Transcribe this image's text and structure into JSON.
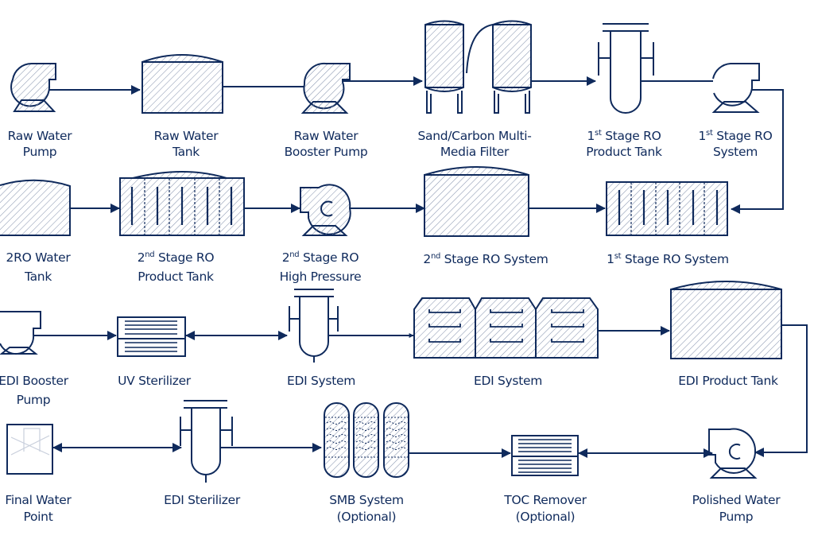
{
  "diagram": {
    "title": "Water Treatment Process Flow",
    "line_color": "#0f2a5c",
    "hatch_color": "#8a97b0",
    "background": "#ffffff",
    "nodes": [
      {
        "id": "raw-water-pump",
        "type": "pump",
        "label_lines": [
          {
            "main": "Raw Water"
          },
          {
            "main": "Pump"
          }
        ]
      },
      {
        "id": "raw-water-tank",
        "type": "tank",
        "label_lines": [
          {
            "main": "Raw Water"
          },
          {
            "main": "Tank"
          }
        ]
      },
      {
        "id": "raw-water-booster-pump",
        "type": "pump",
        "label_lines": [
          {
            "main": "Raw Water"
          },
          {
            "main": "Booster Pump"
          }
        ]
      },
      {
        "id": "sand-carbon-filter",
        "type": "twin-vessel-filter",
        "label_lines": [
          {
            "main": "Sand/Carbon Multi-"
          },
          {
            "main": "Media Filter"
          }
        ]
      },
      {
        "id": "first-stage-ro-product-tank-top",
        "type": "cartridge-filter",
        "label_lines": [
          {
            "pre": "1",
            "sup": "st",
            "main": " Stage RO"
          },
          {
            "main": "Product Tank"
          }
        ]
      },
      {
        "id": "first-stage-ro-system-pump",
        "type": "pump",
        "label_lines": [
          {
            "pre": "1",
            "sup": "st",
            "main": " Stage RO"
          },
          {
            "main": "System"
          }
        ]
      },
      {
        "id": "first-stage-ro-system",
        "type": "ro-rack",
        "label_lines": [
          {
            "pre": "1",
            "sup": "st",
            "main": " Stage RO System"
          }
        ]
      },
      {
        "id": "second-stage-ro-system",
        "type": "tank",
        "label_lines": [
          {
            "pre": "2",
            "sup": "nd",
            "main": " Stage RO System"
          }
        ]
      },
      {
        "id": "second-stage-ro-high-pressure",
        "type": "pump-c",
        "label_lines": [
          {
            "pre": "2",
            "sup": "nd",
            "main": " Stage RO"
          },
          {
            "main": "High Pressure"
          }
        ]
      },
      {
        "id": "second-stage-ro-product-tank",
        "type": "ro-rack-tank",
        "label_lines": [
          {
            "pre": "2",
            "sup": "nd",
            "main": " Stage RO"
          },
          {
            "main": "Product Tank"
          }
        ]
      },
      {
        "id": "2ro-water-tank",
        "type": "tank",
        "label_lines": [
          {
            "main": "2RO Water"
          },
          {
            "main": "Tank"
          }
        ]
      },
      {
        "id": "edi-booster-pump",
        "type": "pump",
        "label_lines": [
          {
            "main": "EDI Booster"
          },
          {
            "main": "Pump"
          }
        ]
      },
      {
        "id": "uv-sterilizer",
        "type": "uv-unit",
        "label_lines": [
          {
            "main": "UV Sterilizer"
          }
        ]
      },
      {
        "id": "edi-system-filter",
        "type": "cartridge-filter",
        "label_lines": [
          {
            "main": "EDI System"
          }
        ]
      },
      {
        "id": "edi-system-stack",
        "type": "edi-stack",
        "label_lines": [
          {
            "main": "EDI System"
          }
        ]
      },
      {
        "id": "edi-product-tank",
        "type": "tank",
        "label_lines": [
          {
            "main": "EDI Product Tank"
          }
        ]
      },
      {
        "id": "polished-water-pump",
        "type": "pump-c",
        "label_lines": [
          {
            "main": "Polished Water"
          },
          {
            "main": "Pump"
          }
        ]
      },
      {
        "id": "toc-remover",
        "type": "uv-unit",
        "label_lines": [
          {
            "main": "TOC Remover"
          },
          {
            "main": "(Optional)"
          }
        ]
      },
      {
        "id": "smb-system",
        "type": "resin-columns",
        "label_lines": [
          {
            "main": "SMB System"
          },
          {
            "main": "(Optional)"
          }
        ]
      },
      {
        "id": "edi-sterilizer",
        "type": "cartridge-filter",
        "label_lines": [
          {
            "main": "EDI Sterilizer"
          }
        ]
      },
      {
        "id": "final-water-point",
        "type": "outlet-box",
        "label_lines": [
          {
            "main": "Final Water"
          },
          {
            "main": "Point"
          }
        ]
      }
    ],
    "edges": [
      {
        "from": "raw-water-pump",
        "to": "raw-water-tank",
        "arrow": "end"
      },
      {
        "from": "raw-water-tank",
        "to": "raw-water-booster-pump",
        "arrow": "none"
      },
      {
        "from": "raw-water-booster-pump",
        "to": "sand-carbon-filter",
        "arrow": "end"
      },
      {
        "from": "sand-carbon-filter",
        "to": "first-stage-ro-product-tank-top",
        "arrow": "end"
      },
      {
        "from": "first-stage-ro-product-tank-top",
        "to": "first-stage-ro-system-pump",
        "arrow": "none"
      },
      {
        "from": "first-stage-ro-system-pump",
        "to": "first-stage-ro-system",
        "arrow": "end"
      },
      {
        "from": "second-stage-ro-system",
        "to": "first-stage-ro-system",
        "arrow": "end"
      },
      {
        "from": "second-stage-ro-high-pressure",
        "to": "second-stage-ro-system",
        "arrow": "end"
      },
      {
        "from": "second-stage-ro-product-tank",
        "to": "second-stage-ro-high-pressure",
        "arrow": "end"
      },
      {
        "from": "2ro-water-tank",
        "to": "second-stage-ro-product-tank",
        "arrow": "end"
      },
      {
        "from": "edi-booster-pump",
        "to": "uv-sterilizer",
        "arrow": "end"
      },
      {
        "from": "uv-sterilizer",
        "to": "edi-system-filter",
        "arrow": "both"
      },
      {
        "from": "edi-system-filter",
        "to": "edi-system-stack",
        "arrow": "end"
      },
      {
        "from": "edi-system-stack",
        "to": "edi-product-tank",
        "arrow": "end"
      },
      {
        "from": "edi-product-tank",
        "to": "polished-water-pump",
        "arrow": "end"
      },
      {
        "from": "toc-remover",
        "to": "polished-water-pump",
        "arrow": "both"
      },
      {
        "from": "smb-system",
        "to": "toc-remover",
        "arrow": "end"
      },
      {
        "from": "edi-sterilizer",
        "to": "smb-system",
        "arrow": "end"
      },
      {
        "from": "final-water-point",
        "to": "edi-sterilizer",
        "arrow": "both"
      }
    ]
  }
}
